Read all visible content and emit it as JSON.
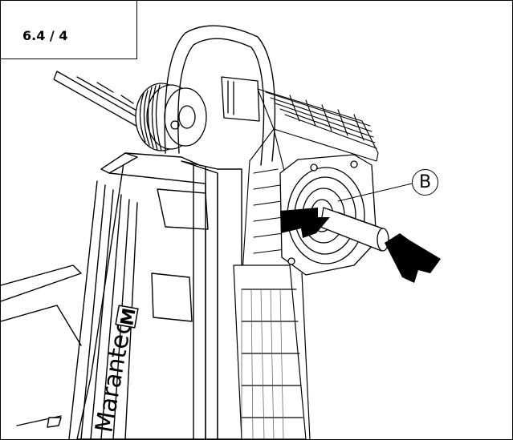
{
  "step": {
    "label": "6.4 / 4"
  },
  "callout": {
    "letter": "B"
  },
  "brand": {
    "name": "Marantec",
    "logo_mark": "M"
  },
  "icons": {
    "arrow_left": "push-arrow-icon",
    "arrow_right": "push-arrow-icon"
  }
}
